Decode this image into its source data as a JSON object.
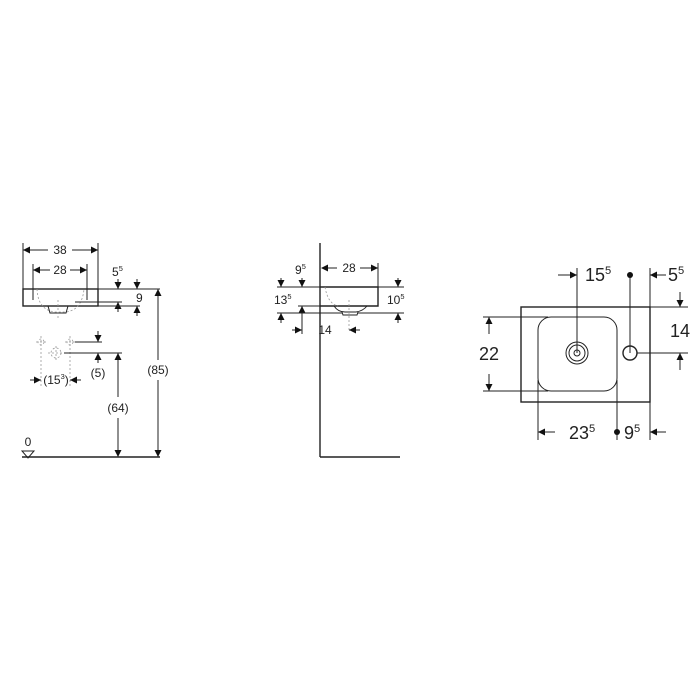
{
  "front_view": {
    "overall_width": {
      "main": "38"
    },
    "bowl_width": {
      "main": "28"
    },
    "tap_offset": {
      "main": "5",
      "sup": "5"
    },
    "rim_height": {
      "main": "9"
    },
    "tap_spacing": {
      "main": "(15",
      "sup": "3",
      "after": ")"
    },
    "outlet_offset": {
      "main": "(5)"
    },
    "outlet_height": {
      "main": "(64)"
    },
    "total_height": {
      "main": "(85)"
    },
    "floor_level": {
      "main": "0"
    }
  },
  "side_view": {
    "depth": {
      "main": "28"
    },
    "rim_offset": {
      "main": "9",
      "sup": "5"
    },
    "total_depth_height": {
      "main": "13",
      "sup": "5"
    },
    "front_height": {
      "main": "10",
      "sup": "5"
    },
    "outlet_distance": {
      "main": "14"
    }
  },
  "top_view": {
    "drain_offset": {
      "main": "15",
      "sup": "5"
    },
    "tap_hole_offset": {
      "main": "5",
      "sup": "5"
    },
    "tap_hole_depth": {
      "main": "14"
    },
    "bowl_depth": {
      "main": "22"
    },
    "bowl_width": {
      "main": "23",
      "sup": "5"
    },
    "tap_zone": {
      "main": "9",
      "sup": "5"
    }
  }
}
